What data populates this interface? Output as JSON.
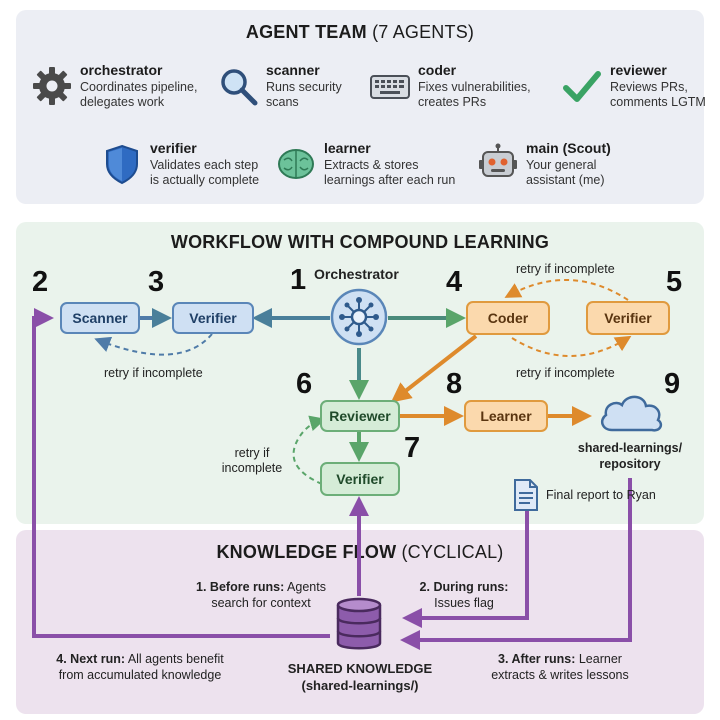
{
  "team": {
    "title_bold": "AGENT TEAM",
    "title_light": "(7 AGENTS)",
    "agents": [
      {
        "name": "orchestrator",
        "line1": "Coordinates pipeline,",
        "line2": "delegates work",
        "icon": "gear-icon"
      },
      {
        "name": "scanner",
        "line1": "Runs security",
        "line2": "scans",
        "icon": "magnifier-icon"
      },
      {
        "name": "coder",
        "line1": "Fixes vulnerabilities,",
        "line2": "creates PRs",
        "icon": "keyboard-icon"
      },
      {
        "name": "reviewer",
        "line1": "Reviews PRs,",
        "line2": "comments LGTM",
        "icon": "checkmark-icon"
      },
      {
        "name": "verifier",
        "line1": "Validates each step",
        "line2": "is actually complete",
        "icon": "shield-icon"
      },
      {
        "name": "learner",
        "line1": "Extracts & stores",
        "line2": "learnings after each run",
        "icon": "brain-icon"
      },
      {
        "name": "main (Scout)",
        "line1": "Your general",
        "line2": "assistant (me)",
        "icon": "robot-icon"
      }
    ]
  },
  "workflow": {
    "title": "WORKFLOW WITH COMPOUND LEARNING",
    "orchestrator_label": "Orchestrator",
    "nodes": {
      "scanner": "Scanner",
      "verifier_a": "Verifier",
      "coder": "Coder",
      "verifier_b": "Verifier",
      "reviewer": "Reviewer",
      "verifier_c": "Verifier",
      "learner": "Learner"
    },
    "numbers": {
      "n1": "1",
      "n2": "2",
      "n3": "3",
      "n4": "4",
      "n5": "5",
      "n6": "6",
      "n7": "7",
      "n8": "8",
      "n9": "9"
    },
    "retry_a": "retry if incomplete",
    "retry_b_top": "retry if incomplete",
    "retry_b_bottom": "retry if incomplete",
    "retry_c_line1": "retry if",
    "retry_c_line2": "incomplete",
    "repo_line1": "shared-learnings/",
    "repo_line2": "repository",
    "final_report": "Final report to Ryan"
  },
  "knowledge": {
    "title_bold": "KNOWLEDGE FLOW",
    "title_light": "(CYCLICAL)",
    "step1_bold": "1. Before runs:",
    "step1_rest": " Agents",
    "step1_line2": "search for context",
    "step2_bold": "2. During runs:",
    "step2_line2": "Issues flag",
    "step3_bold": "3. After runs:",
    "step3_rest": " Learner",
    "step3_line2": "extracts & writes lessons",
    "step4_bold": "4. Next run:",
    "step4_rest": " All agents benefit",
    "step4_line2": "from accumulated knowledge",
    "store_line1": "SHARED KNOWLEDGE",
    "store_line2": "(shared-learnings/)"
  },
  "colors": {
    "blue_arrow": "#4f7ba8",
    "teal_arrow": "#4a8a8a",
    "green_arrow": "#5aa56a",
    "orange_arrow": "#de8a2c",
    "purple_arrow": "#8a4fa8"
  }
}
